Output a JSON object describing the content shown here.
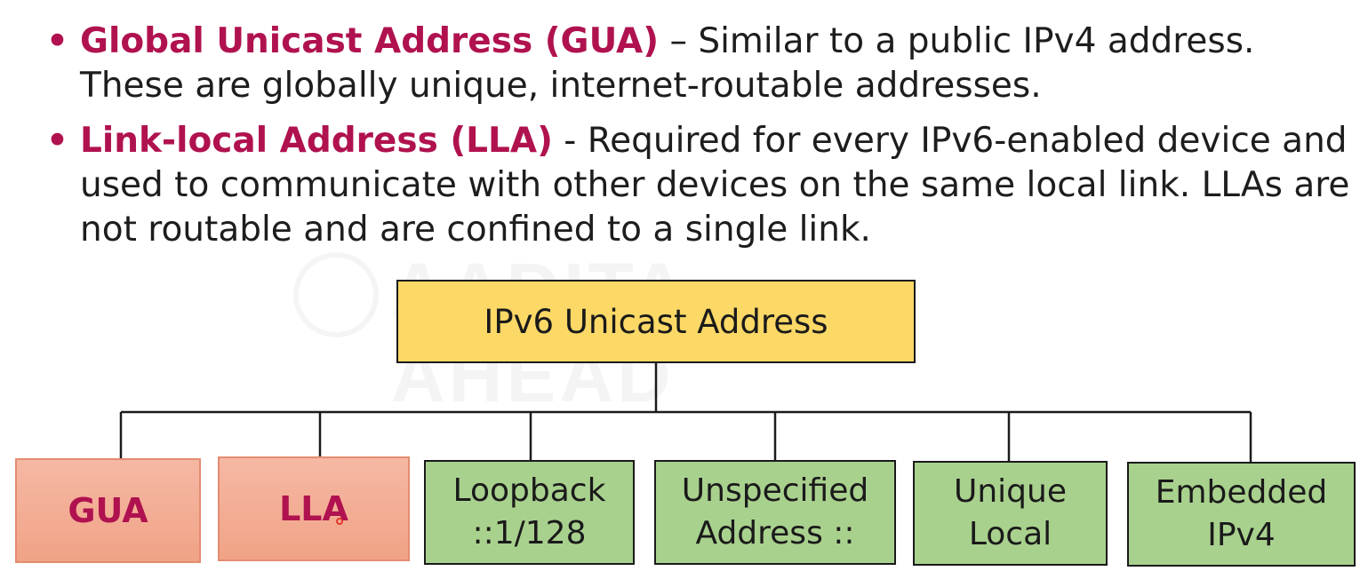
{
  "bullets": [
    {
      "term": "Global Unicast Address (GUA)",
      "text": " – Similar to a public IPv4 address. These are globally unique, internet-routable addresses."
    },
    {
      "term": "Link-local Address (LLA)",
      "text": " - Required for every IPv6-enabled device and used to communicate with other devices on the same local link. LLAs are not routable and are confined to a single link."
    }
  ],
  "watermark": {
    "text": "AADITA AHEAD"
  },
  "diagram": {
    "root": "IPv6 Unicast Address",
    "children": [
      {
        "lines": [
          "GUA"
        ],
        "color": "#f3ae94"
      },
      {
        "lines": [
          "LLA"
        ],
        "color": "#f3ae94"
      },
      {
        "lines": [
          "Loopback",
          "::1/128"
        ],
        "color": "#a9d18e"
      },
      {
        "lines": [
          "Unspecified",
          "Address ::"
        ],
        "color": "#a9d18e"
      },
      {
        "lines": [
          "Unique",
          "Local"
        ],
        "color": "#a9d18e"
      },
      {
        "lines": [
          "Embedded",
          "IPv4"
        ],
        "color": "#a9d18e"
      }
    ]
  },
  "colors": {
    "accent": "#b0124f",
    "root_fill": "#fcd866",
    "line": "#1a1a1a"
  }
}
